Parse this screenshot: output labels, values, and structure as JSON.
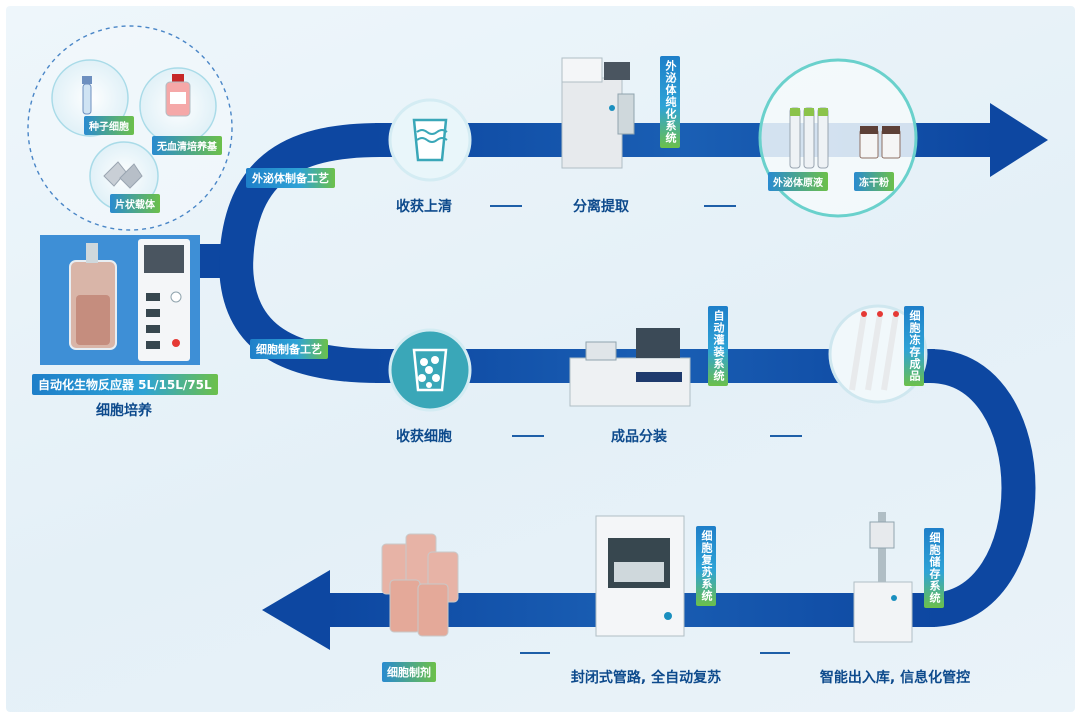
{
  "colors": {
    "path": "#0d47a1",
    "path_light": "#1565c0",
    "label": "#0d4a8c",
    "tag_blue": "#1e7fc9",
    "tag_green": "#6cc04a",
    "circle": "#3fb5c9"
  },
  "inputs": {
    "seed_cells": "种子细胞",
    "serum_free_medium": "无血清培养基",
    "microcarriers": "片状载体"
  },
  "reactor": {
    "name": "自动化生物反应器 5L/15L/75L",
    "stage_label": "细胞培养",
    "reactor_icon": "bioreactor-icon"
  },
  "branches": {
    "exosome_process": "外泌体制备工艺",
    "cell_process": "细胞制备工艺"
  },
  "exosome_row": {
    "harvest": "收获上清",
    "separation": "分离提取",
    "purification_system": "外泌体纯化系统",
    "products": [
      "外泌体原液",
      "冻干粉"
    ]
  },
  "cell_row": {
    "harvest": "收获细胞",
    "filling": "成品分装",
    "filling_system": "自动灌装系统",
    "frozen_product": "细胞冻存成品"
  },
  "storage_row": {
    "storage_system": "细胞储存系统",
    "storage_caption": "智能出入库, 信息化管控",
    "thaw_system": "细胞复苏系统",
    "thaw_caption": "封闭式管路, 全自动复苏",
    "final_product": "细胞制剂"
  }
}
